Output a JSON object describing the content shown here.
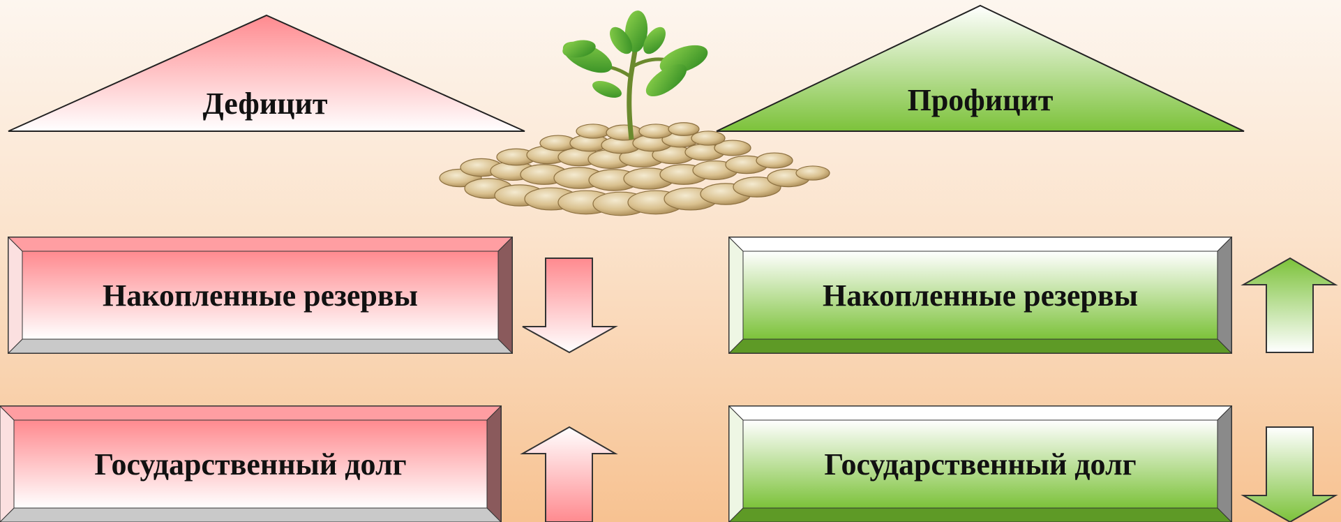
{
  "left": {
    "triangle_label": "Дефицит",
    "reserves_label": "Накопленные резервы",
    "debt_label": "Государственный долг",
    "reserves_trend": "down",
    "debt_trend": "up",
    "color_main": "#ff8a8f",
    "color_light": "#ffffff"
  },
  "right": {
    "triangle_label": "Профицит",
    "reserves_label": "Накопленные резервы",
    "debt_label": "Государственный долг",
    "reserves_trend": "up",
    "debt_trend": "down",
    "color_main": "#7cc23a",
    "color_light": "#ffffff"
  },
  "center_image": "plant-on-coins-illustration"
}
